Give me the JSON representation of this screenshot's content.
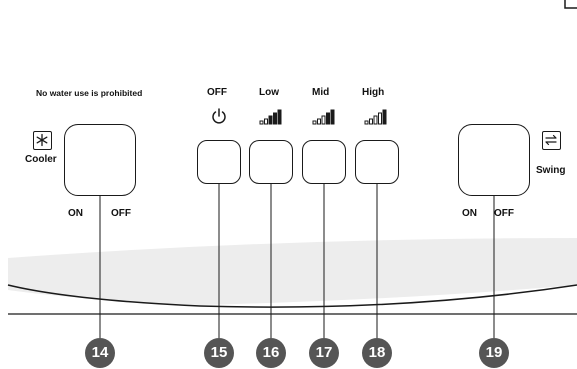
{
  "panel": {
    "warning": "No water use is prohibited"
  },
  "cooler": {
    "label": "Cooler",
    "on": "ON",
    "off": "OFF",
    "icon": "snowflake-icon"
  },
  "fan": {
    "off": "OFF",
    "low": "Low",
    "mid": "Mid",
    "high": "High",
    "power_icon": "power-icon",
    "signal_icon": "signal-bars-icon"
  },
  "swing": {
    "label": "Swing",
    "on": "ON",
    "off": "OFF",
    "icon": "swing-icon"
  },
  "callouts": [
    "14",
    "15",
    "16",
    "17",
    "18",
    "19"
  ],
  "colors": {
    "callout_fill": "#555555",
    "line": "#1a1a1a",
    "panel_band": "#ededed"
  }
}
